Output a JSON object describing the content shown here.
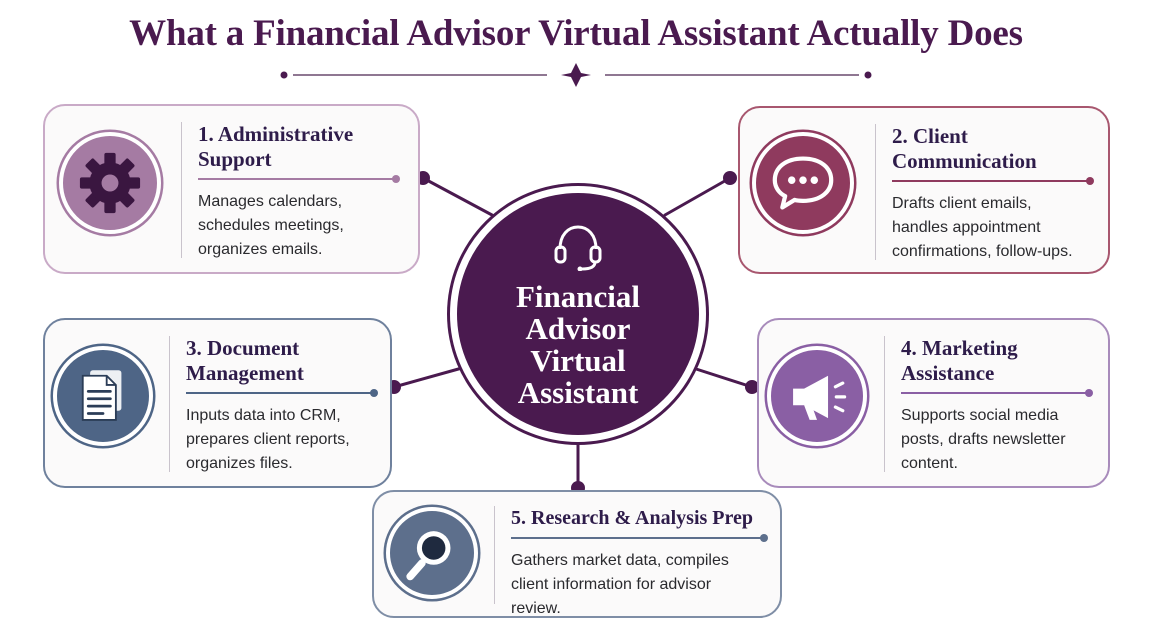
{
  "title": "What a Financial Advisor Virtual Assistant Actually Does",
  "center": {
    "label": "Financial\nAdvisor\nVirtual\nAssistant",
    "icon": "headset-icon"
  },
  "cards": [
    {
      "title": "1. Administrative\n    Support",
      "description": "Manages calendars,\nschedules meetings,\norganizes emails.",
      "icon": "gear-icon",
      "color": "#a57ba3"
    },
    {
      "title": "2. Client\nCommunication",
      "description": "Drafts client emails,\nhandles appointment\nconfirmations, follow-ups.",
      "icon": "chat-bubble-icon",
      "color": "#8f3a5e"
    },
    {
      "title": "3. Document\n    Management",
      "description": "Inputs data into CRM,\nprepares client reports,\norganizes files.",
      "icon": "document-icon",
      "color": "#4e6586"
    },
    {
      "title": "4. Marketing\n    Assistance",
      "description": "Supports social media\nposts, drafts newsletter\ncontent.",
      "icon": "megaphone-icon",
      "color": "#8a5fa4"
    },
    {
      "title": "5. Research & Analysis Prep",
      "description": "Gathers market data, compiles\nclient information for advisor review.",
      "icon": "magnifier-icon",
      "color": "#5d6f8c"
    }
  ],
  "colors": {
    "primary": "#4a1a4f",
    "navy": "#2e1c4a"
  }
}
